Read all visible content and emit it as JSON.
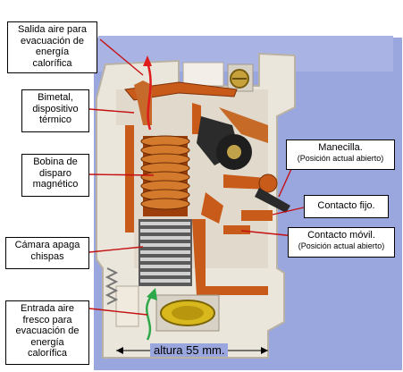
{
  "labels": {
    "salida_aire": "Salida aire para\nevacuación de\nenergía\ncalorífica",
    "bimetal": "Bimetal,\ndispositivo\ntérmico",
    "bobina": "Bobina de\ndisparo\nmagnético",
    "camara": "Cámara apaga\nchispas",
    "entrada_aire": "Entrada aire\nfresco para\nevacuación de\nenergía\ncalorífica",
    "manecilla_title": "Manecilla.",
    "manecilla_sub": "(Posición actual abierto)",
    "contacto_fijo": "Contacto fijo.",
    "contacto_movil_title": "Contacto móvil.",
    "contacto_movil_sub": "(Posición actual abierto)",
    "altura": "altura 55 mm."
  },
  "colors": {
    "background_panel": "#9aa6de",
    "housing": "#e9e4da",
    "copper": "#c85a1a",
    "coil": "#b8500f",
    "arc_plates": "#8a8a8a",
    "arrow_out": "#e01b1b",
    "arrow_in": "#2fa84a",
    "solenoid_yellow": "#d9b81e"
  }
}
